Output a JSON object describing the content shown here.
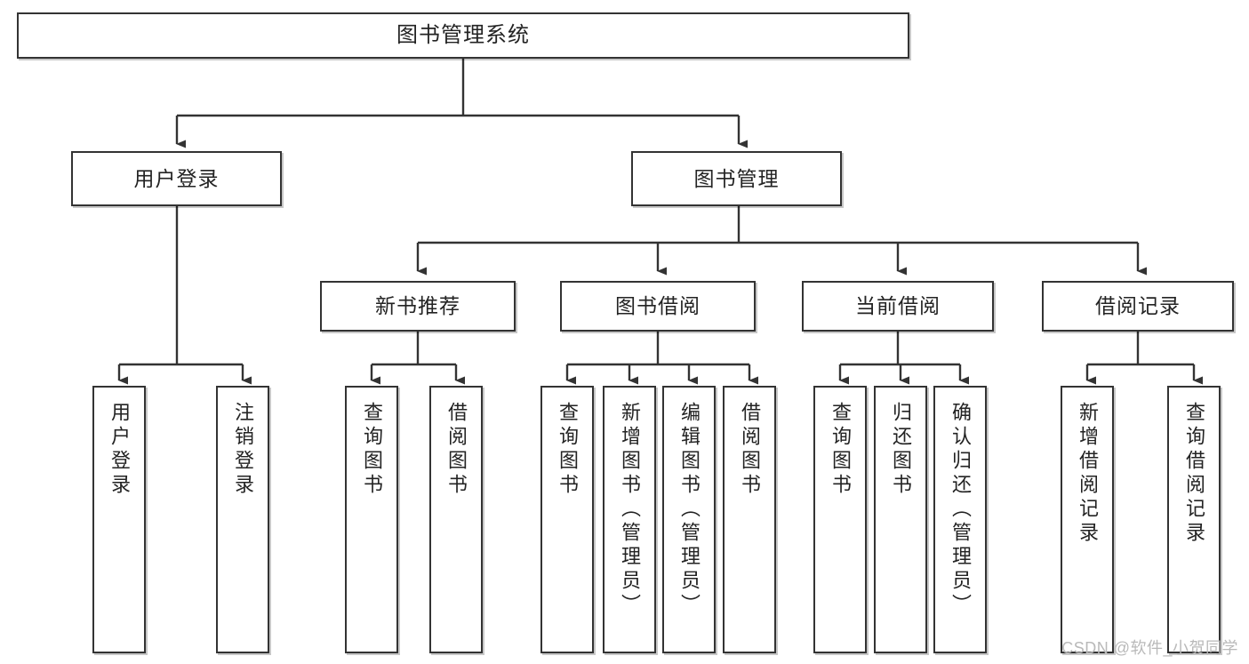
{
  "diagram": {
    "title": "图书管理系统",
    "type": "tree-hierarchy",
    "watermark": "CSDN @软件_小贺同学",
    "colors": {
      "box_border": "#333333",
      "box_fill": "#ffffff",
      "text": "#232323",
      "connector": "#333333",
      "watermark": "#b9b9b9",
      "page_background": "#ffffff"
    },
    "levels": {
      "root": "图书管理系统",
      "level2": [
        "用户登录",
        "图书管理"
      ],
      "level3": [
        "新书推荐",
        "图书借阅",
        "当前借阅",
        "借阅记录"
      ]
    },
    "nodes": {
      "root": {
        "label": "图书管理系统"
      },
      "user_login": {
        "label": "用户登录"
      },
      "book_manage": {
        "label": "图书管理"
      },
      "new_book_rec": {
        "label": "新书推荐"
      },
      "book_borrow": {
        "label": "图书借阅"
      },
      "current_borrow": {
        "label": "当前借阅"
      },
      "borrow_record": {
        "label": "借阅记录"
      }
    },
    "leaves": {
      "user_login": [
        {
          "label": "用户登录"
        },
        {
          "label": "注销登录"
        }
      ],
      "new_book_rec": [
        {
          "label": "查询图书"
        },
        {
          "label": "借阅图书"
        }
      ],
      "book_borrow": [
        {
          "label": "查询图书"
        },
        {
          "label": "新增图书（管理员）"
        },
        {
          "label": "编辑图书（管理员）"
        },
        {
          "label": "借阅图书"
        }
      ],
      "current_borrow": [
        {
          "label": "查询图书"
        },
        {
          "label": "归还图书"
        },
        {
          "label": "确认归还（管理员）"
        }
      ],
      "borrow_record": [
        {
          "label": "新增借阅记录"
        },
        {
          "label": "查询借阅记录"
        }
      ]
    }
  }
}
